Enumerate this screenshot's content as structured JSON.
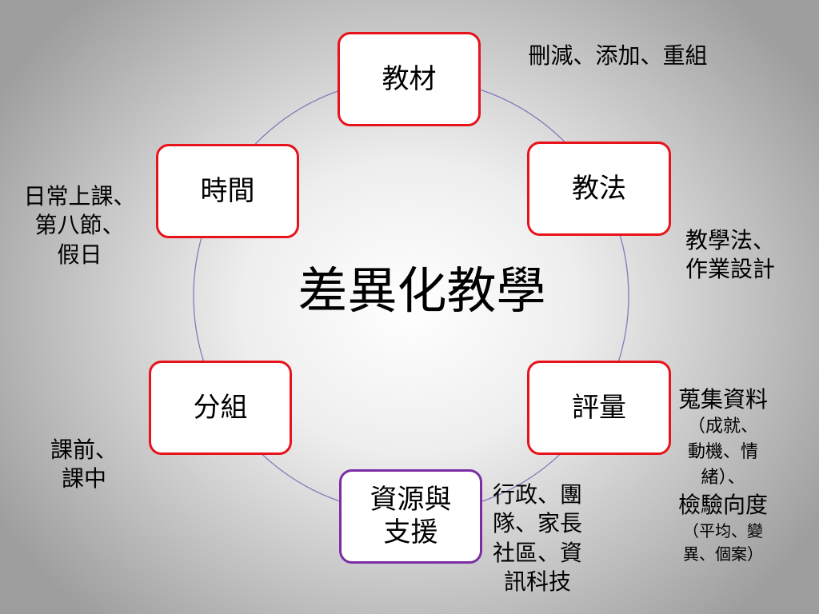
{
  "title": "差異化教學",
  "colors": {
    "node_border": "#e8121a",
    "support_border": "#7b2ea3",
    "ring": "#8878b8"
  },
  "nodes": {
    "materials": "教材",
    "methods": "教法",
    "assessment": "評量",
    "support": {
      "line1": "資源與",
      "line2": "支援"
    },
    "grouping": "分組",
    "time": "時間"
  },
  "notes": {
    "materials": "刪減、添加、重組",
    "methods": {
      "line1": "教學法、",
      "line2": "作業設計"
    },
    "assessment": {
      "line1": "蒐集資料",
      "line2": "（成就、",
      "line3": "動機、情",
      "line4": "緒）、",
      "line5": "檢驗向度",
      "line6": "（平均、變",
      "line7": "異、個案）"
    },
    "support": {
      "line1": "行政、團",
      "line2": "隊、家長",
      "line3": "社區、資",
      "line4": "訊科技"
    },
    "grouping": {
      "line1": "課前、",
      "line2": "課中"
    },
    "time": {
      "line1": "日常上課、",
      "line2": "第八節、",
      "line3": "假日"
    }
  }
}
